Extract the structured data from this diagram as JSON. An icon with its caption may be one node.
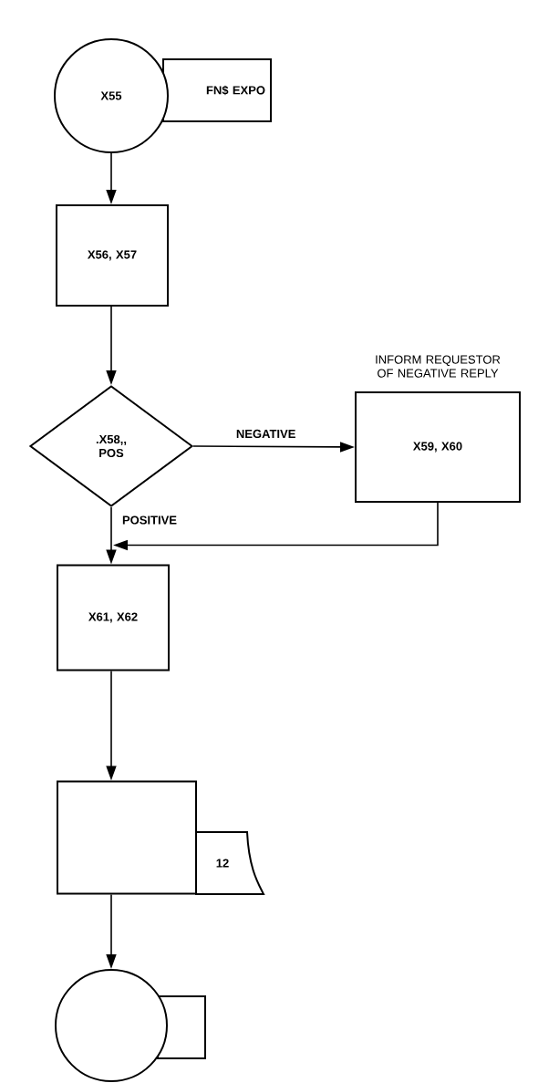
{
  "diagram": {
    "nodes": [
      {
        "text": [
          "X55"
        ]
      },
      {
        "text": [
          "FN$ EXPO"
        ]
      },
      {
        "text": [
          "X56, X57"
        ]
      },
      {
        "text": [
          ".X58,, POS"
        ]
      },
      {
        "text": [
          "INFORM REQUESTOR OF NEGATIVE REPLY",
          "X59, X60"
        ]
      },
      {
        "text": [
          "X61, X62"
        ]
      },
      {
        "text": [],
        "shape": "box"
      },
      {
        "text": [
          "12"
        ]
      },
      {
        "text": [],
        "shape": "circle"
      },
      {
        "text": [],
        "shape": "box"
      }
    ],
    "edges": [
      {
        "from": 0,
        "to": 2,
        "arrow": "to"
      },
      {
        "from": 2,
        "to": 3,
        "arrow": "to"
      },
      {
        "from": 3,
        "to": 4,
        "arrow": "to",
        "label": "NEGATIVE"
      },
      {
        "from": 3,
        "to": 5,
        "arrow": "to",
        "label": "POSITIVE"
      },
      {
        "from": 4,
        "to": 5,
        "arrow": "to"
      },
      {
        "from": 5,
        "to": 6,
        "arrow": "to"
      },
      {
        "from": 6,
        "to": 8,
        "arrow": "to"
      }
    ]
  }
}
